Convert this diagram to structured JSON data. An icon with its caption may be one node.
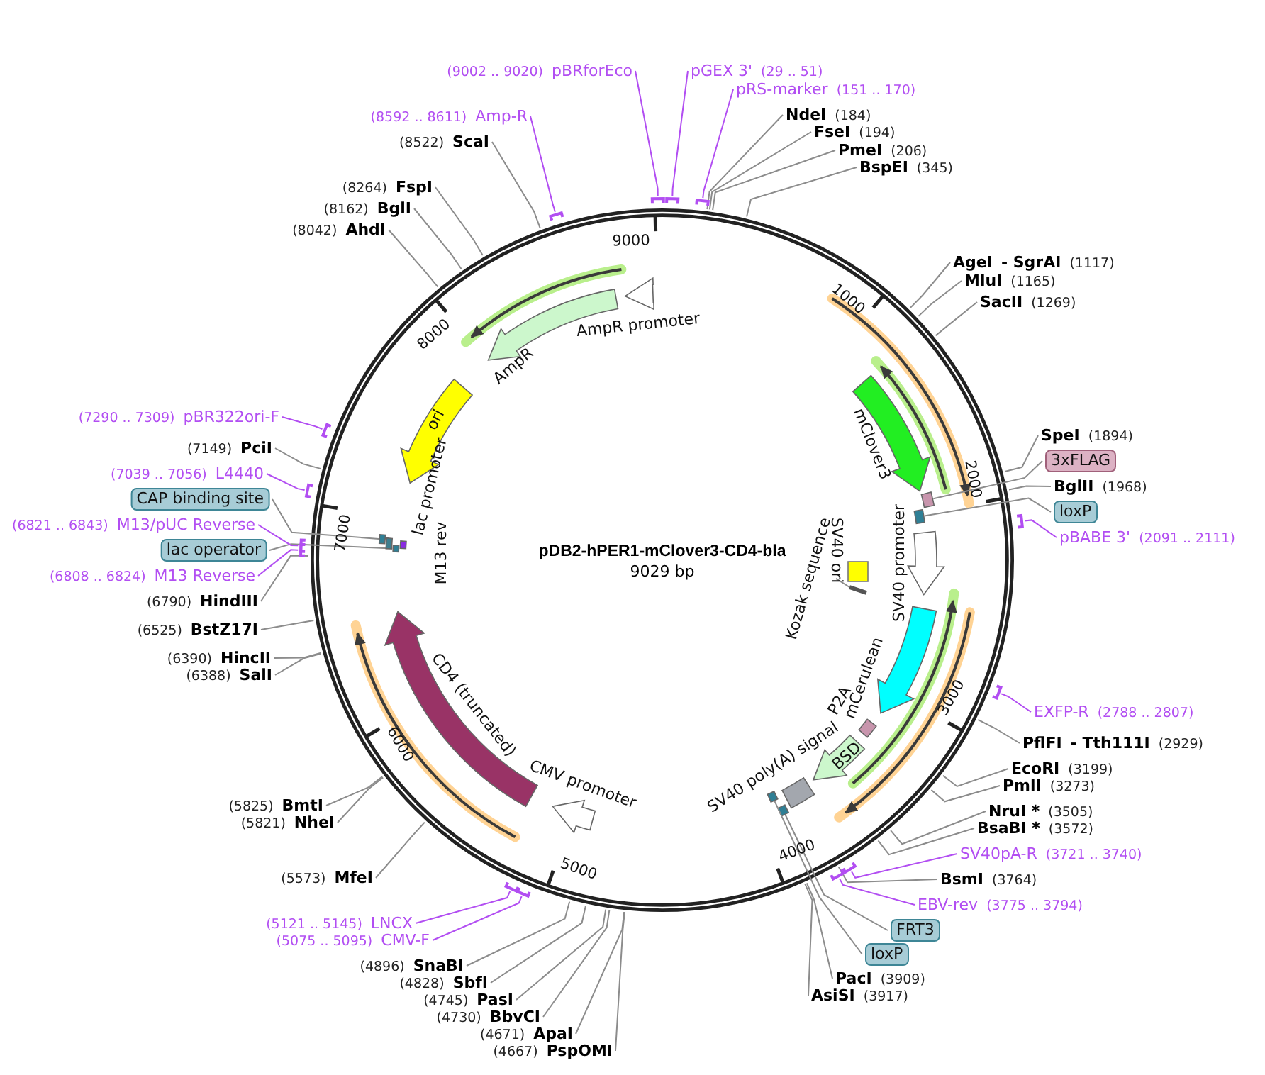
{
  "diagram": {
    "title": "pDB2-hPER1-mClover3-CD4-bla",
    "nodes": [
      {
        "text": [
          "(9002 .. 9020)",
          "pBRforEco"
        ]
      },
      {
        "text": [
          "pGEX 3'",
          "(29 .. 51)"
        ]
      },
      {
        "text": [
          "pRS-marker",
          "(151 .. 170)"
        ]
      },
      {
        "text": [
          "NdeI",
          "(184)"
        ]
      },
      {
        "text": [
          "FseI",
          "(194)"
        ]
      },
      {
        "text": [
          "PmeI",
          "(206)"
        ]
      },
      {
        "text": [
          "BspEI",
          "(345)"
        ]
      },
      {
        "text": [
          "AgeI",
          "- SgrAI",
          "(1117)"
        ]
      },
      {
        "text": [
          "MluI",
          "(1165)"
        ]
      },
      {
        "text": [
          "SacII",
          "(1269)"
        ]
      },
      {
        "text": [
          "SpeI",
          "(1894)"
        ]
      },
      {
        "text": [
          "3xFLAG"
        ]
      },
      {
        "text": [
          "BglII",
          "(1968)"
        ]
      },
      {
        "text": [
          "loxP"
        ]
      },
      {
        "text": [
          "pBABE 3'",
          "(2091 .. 2111)"
        ]
      },
      {
        "text": [
          "EXFP-R",
          "(2788 .. 2807)"
        ]
      },
      {
        "text": [
          "PflFI",
          "- Tth111I",
          "(2929)"
        ]
      },
      {
        "text": [
          "EcoRI",
          "(3199)"
        ]
      },
      {
        "text": [
          "PmlI",
          "(3273)"
        ]
      },
      {
        "text": [
          "NruI *",
          "(3505)"
        ]
      },
      {
        "text": [
          "BsaBI *",
          "(3572)"
        ]
      },
      {
        "text": [
          "SV40pA-R",
          "(3721 .. 3740)"
        ]
      },
      {
        "text": [
          "BsmI",
          "(3764)"
        ]
      },
      {
        "text": [
          "EBV-rev",
          "(3775 .. 3794)"
        ]
      },
      {
        "text": [
          "FRT3"
        ]
      },
      {
        "text": [
          "loxP"
        ]
      },
      {
        "text": [
          "PacI",
          "(3909)"
        ]
      },
      {
        "text": [
          "AsiSI",
          "(3917)"
        ]
      },
      {
        "text": [
          "(4667)",
          "PspOMI"
        ]
      },
      {
        "text": [
          "(4671)",
          "ApaI"
        ]
      },
      {
        "text": [
          "(4730)",
          "BbvCI"
        ]
      },
      {
        "text": [
          "(4745)",
          "PasI"
        ]
      },
      {
        "text": [
          "(4828)",
          "SbfI"
        ]
      },
      {
        "text": [
          "(4896)",
          "SnaBI"
        ]
      },
      {
        "text": [
          "(5075 .. 5095)",
          "CMV-F"
        ]
      },
      {
        "text": [
          "(5121 .. 5145)",
          "LNCX"
        ]
      },
      {
        "text": [
          "(5573)",
          "MfeI"
        ]
      },
      {
        "text": [
          "(5821)",
          "NheI"
        ]
      },
      {
        "text": [
          "(5825)",
          "BmtI"
        ]
      },
      {
        "text": [
          "(6388)",
          "SalI"
        ]
      },
      {
        "text": [
          "(6390)",
          "HincII"
        ]
      },
      {
        "text": [
          "(6525)",
          "BstZ17I"
        ]
      },
      {
        "text": [
          "(6790)",
          "HindIII"
        ]
      },
      {
        "text": [
          "(6808 .. 6824)",
          "M13 Reverse"
        ]
      },
      {
        "text": [
          "lac operator"
        ]
      },
      {
        "text": [
          "(6821 .. 6843)",
          "M13/pUC Reverse"
        ]
      },
      {
        "text": [
          "CAP binding site"
        ]
      },
      {
        "text": [
          "(7039 .. 7056)",
          "L4440"
        ]
      },
      {
        "text": [
          "(7149)",
          "PciI"
        ]
      },
      {
        "text": [
          "(7290 .. 7309)",
          "pBR322ori-F"
        ]
      },
      {
        "text": [
          "(8042)",
          "AhdI"
        ]
      },
      {
        "text": [
          "(8162)",
          "BglI"
        ]
      },
      {
        "text": [
          "(8264)",
          "FspI"
        ]
      },
      {
        "text": [
          "(8522)",
          "ScaI"
        ]
      },
      {
        "text": [
          "(8592 .. 8611)",
          "Amp-R"
        ]
      },
      {
        "text": [
          "AmpR promoter"
        ]
      },
      {
        "text": [
          "AmpR"
        ]
      },
      {
        "text": [
          "ori"
        ]
      },
      {
        "text": [
          "lac promoter"
        ]
      },
      {
        "text": [
          "M13 rev"
        ]
      },
      {
        "text": [
          "CD4 (truncated)"
        ]
      },
      {
        "text": [
          "CMV promoter"
        ]
      },
      {
        "text": [
          "SV40 poly(A) signal"
        ]
      },
      {
        "text": [
          "BSD"
        ]
      },
      {
        "text": [
          "P2A"
        ]
      },
      {
        "text": [
          "mCerulean"
        ]
      },
      {
        "text": [
          "SV40 promoter"
        ]
      },
      {
        "text": [
          "SV40 ori"
        ]
      },
      {
        "text": [
          "Kozak sequence"
        ]
      },
      {
        "text": [
          "mClover3"
        ]
      },
      {
        "text": [],
        "shape": "box"
      },
      {
        "text": [],
        "shape": "box"
      },
      {
        "text": [],
        "shape": "box"
      },
      {
        "text": [],
        "shape": "box"
      },
      {
        "text": [],
        "shape": "box"
      },
      {
        "text": [],
        "shape": "box"
      },
      {
        "text": [],
        "shape": "bar"
      }
    ],
    "edges": [
      {
        "from": 0,
        "to": null,
        "arrow": "none",
        "color": "#b24ef2"
      },
      {
        "from": 1,
        "to": null,
        "arrow": "none",
        "color": "#b24ef2"
      },
      {
        "from": 2,
        "to": null,
        "arrow": "none",
        "color": "#b24ef2"
      },
      {
        "from": 3,
        "to": null,
        "arrow": "none"
      },
      {
        "from": 4,
        "to": null,
        "arrow": "none"
      },
      {
        "from": 5,
        "to": null,
        "arrow": "none"
      },
      {
        "from": 6,
        "to": null,
        "arrow": "none"
      },
      {
        "from": 7,
        "to": null,
        "arrow": "none"
      },
      {
        "from": 8,
        "to": null,
        "arrow": "none"
      },
      {
        "from": 9,
        "to": null,
        "arrow": "none"
      },
      {
        "from": 10,
        "to": null,
        "arrow": "none"
      },
      {
        "from": 11,
        "to": 70,
        "arrow": "none"
      },
      {
        "from": 12,
        "to": null,
        "arrow": "none"
      },
      {
        "from": 13,
        "to": 71,
        "arrow": "none"
      },
      {
        "from": 14,
        "to": null,
        "arrow": "none",
        "color": "#b24ef2"
      },
      {
        "from": 15,
        "to": null,
        "arrow": "none",
        "color": "#b24ef2"
      },
      {
        "from": 16,
        "to": null,
        "arrow": "none"
      },
      {
        "from": 17,
        "to": null,
        "arrow": "none"
      },
      {
        "from": 18,
        "to": null,
        "arrow": "none"
      },
      {
        "from": 19,
        "to": null,
        "arrow": "none"
      },
      {
        "from": 20,
        "to": null,
        "arrow": "none"
      },
      {
        "from": 21,
        "to": null,
        "arrow": "none",
        "color": "#b24ef2"
      },
      {
        "from": 22,
        "to": null,
        "arrow": "none"
      },
      {
        "from": 23,
        "to": null,
        "arrow": "none",
        "color": "#b24ef2"
      },
      {
        "from": 24,
        "to": 74,
        "arrow": "none"
      },
      {
        "from": 25,
        "to": 75,
        "arrow": "none"
      },
      {
        "from": 26,
        "to": null,
        "arrow": "none"
      },
      {
        "from": 27,
        "to": null,
        "arrow": "none"
      },
      {
        "from": 28,
        "to": null,
        "arrow": "none"
      },
      {
        "from": 29,
        "to": null,
        "arrow": "none"
      },
      {
        "from": 30,
        "to": null,
        "arrow": "none"
      },
      {
        "from": 31,
        "to": null,
        "arrow": "none"
      },
      {
        "from": 32,
        "to": null,
        "arrow": "none"
      },
      {
        "from": 33,
        "to": null,
        "arrow": "none"
      },
      {
        "from": 34,
        "to": null,
        "arrow": "none",
        "color": "#b24ef2"
      },
      {
        "from": 35,
        "to": null,
        "arrow": "none",
        "color": "#b24ef2"
      },
      {
        "from": 36,
        "to": null,
        "arrow": "none"
      },
      {
        "from": 37,
        "to": null,
        "arrow": "none"
      },
      {
        "from": 38,
        "to": null,
        "arrow": "none"
      },
      {
        "from": 39,
        "to": null,
        "arrow": "none"
      },
      {
        "from": 40,
        "to": null,
        "arrow": "none"
      },
      {
        "from": 41,
        "to": null,
        "arrow": "none"
      },
      {
        "from": 42,
        "to": null,
        "arrow": "none"
      },
      {
        "from": 43,
        "to": null,
        "arrow": "none",
        "color": "#b24ef2"
      },
      {
        "from": 44,
        "to": 73,
        "arrow": "none"
      },
      {
        "from": 45,
        "to": null,
        "arrow": "none",
        "color": "#b24ef2"
      },
      {
        "from": 46,
        "to": 72,
        "arrow": "none"
      },
      {
        "from": 47,
        "to": null,
        "arrow": "none",
        "color": "#b24ef2"
      },
      {
        "from": 48,
        "to": null,
        "arrow": "none"
      },
      {
        "from": 49,
        "to": null,
        "arrow": "none",
        "color": "#b24ef2"
      },
      {
        "from": 50,
        "to": null,
        "arrow": "none"
      },
      {
        "from": 51,
        "to": null,
        "arrow": "none"
      },
      {
        "from": 52,
        "to": null,
        "arrow": "none"
      },
      {
        "from": 53,
        "to": null,
        "arrow": "none"
      },
      {
        "from": 54,
        "to": null,
        "arrow": "none",
        "color": "#b24ef2"
      },
      {
        "from": 68,
        "to": 76,
        "arrow": "none"
      }
    ],
    "labels": [
      "1000",
      "2000",
      "3000",
      "4000",
      "5000",
      "6000",
      "7000",
      "8000",
      "9000",
      "9029 bp"
    ]
  }
}
